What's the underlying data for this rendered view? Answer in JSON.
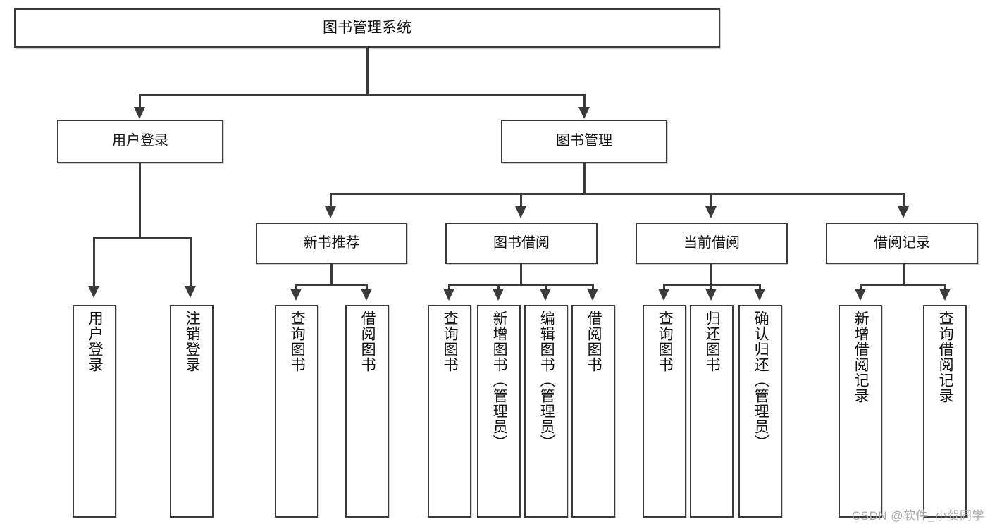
{
  "diagram": {
    "type": "tree",
    "title": "图书管理系统",
    "watermark": "CSDN @软件_小贺同学",
    "root": {
      "label": "图书管理系统"
    },
    "level2": [
      {
        "id": "user-login",
        "label": "用户登录"
      },
      {
        "id": "book-manage",
        "label": "图书管理"
      }
    ],
    "level3": [
      {
        "id": "new-book-recommend",
        "label": "新书推荐",
        "parent": "book-manage"
      },
      {
        "id": "book-borrow",
        "label": "图书借阅",
        "parent": "book-manage"
      },
      {
        "id": "current-borrow",
        "label": "当前借阅",
        "parent": "book-manage"
      },
      {
        "id": "borrow-record",
        "label": "借阅记录",
        "parent": "book-manage"
      }
    ],
    "leaves": [
      {
        "id": "leaf-1",
        "label": "用户登录",
        "parent": "user-login"
      },
      {
        "id": "leaf-2",
        "label": "注销登录",
        "parent": "user-login"
      },
      {
        "id": "leaf-3",
        "label": "查询图书",
        "parent": "new-book-recommend"
      },
      {
        "id": "leaf-4",
        "label": "借阅图书",
        "parent": "new-book-recommend"
      },
      {
        "id": "leaf-5",
        "label": "查询图书",
        "parent": "book-borrow"
      },
      {
        "id": "leaf-6",
        "label": "新增图书（管理员）",
        "parent": "book-borrow"
      },
      {
        "id": "leaf-7",
        "label": "编辑图书（管理员）",
        "parent": "book-borrow"
      },
      {
        "id": "leaf-8",
        "label": "借阅图书",
        "parent": "book-borrow"
      },
      {
        "id": "leaf-9",
        "label": "查询图书",
        "parent": "current-borrow"
      },
      {
        "id": "leaf-10",
        "label": "归还图书",
        "parent": "current-borrow"
      },
      {
        "id": "leaf-11",
        "label": "确认归还（管理员）",
        "parent": "current-borrow"
      },
      {
        "id": "leaf-12",
        "label": "新增借阅记录",
        "parent": "borrow-record"
      },
      {
        "id": "leaf-13",
        "label": "查询借阅记录",
        "parent": "borrow-record"
      }
    ],
    "colors": {
      "line": "#3a3a3a",
      "box_border": "#3a3a3a",
      "box_fill": "#ffffff",
      "text": "#111111",
      "watermark": "#a8a8a8"
    }
  }
}
